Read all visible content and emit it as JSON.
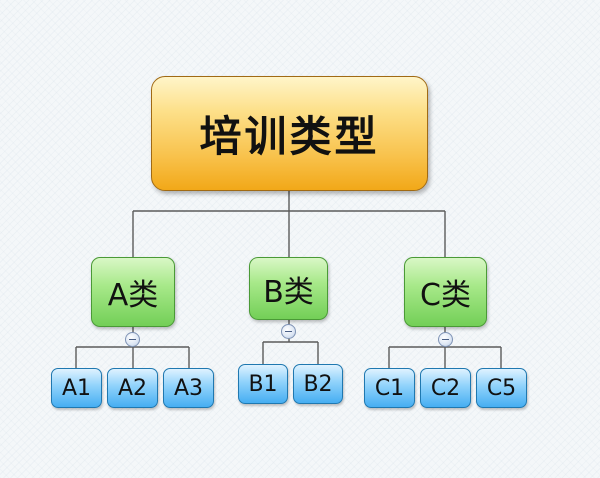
{
  "root": {
    "label": "培训类型"
  },
  "categories": [
    {
      "id": "A",
      "label": "A类",
      "children": [
        "A1",
        "A2",
        "A3"
      ]
    },
    {
      "id": "B",
      "label": "B类",
      "children": [
        "B1",
        "B2"
      ]
    },
    {
      "id": "C",
      "label": "C类",
      "children": [
        "C1",
        "C2",
        "C5"
      ]
    }
  ]
}
